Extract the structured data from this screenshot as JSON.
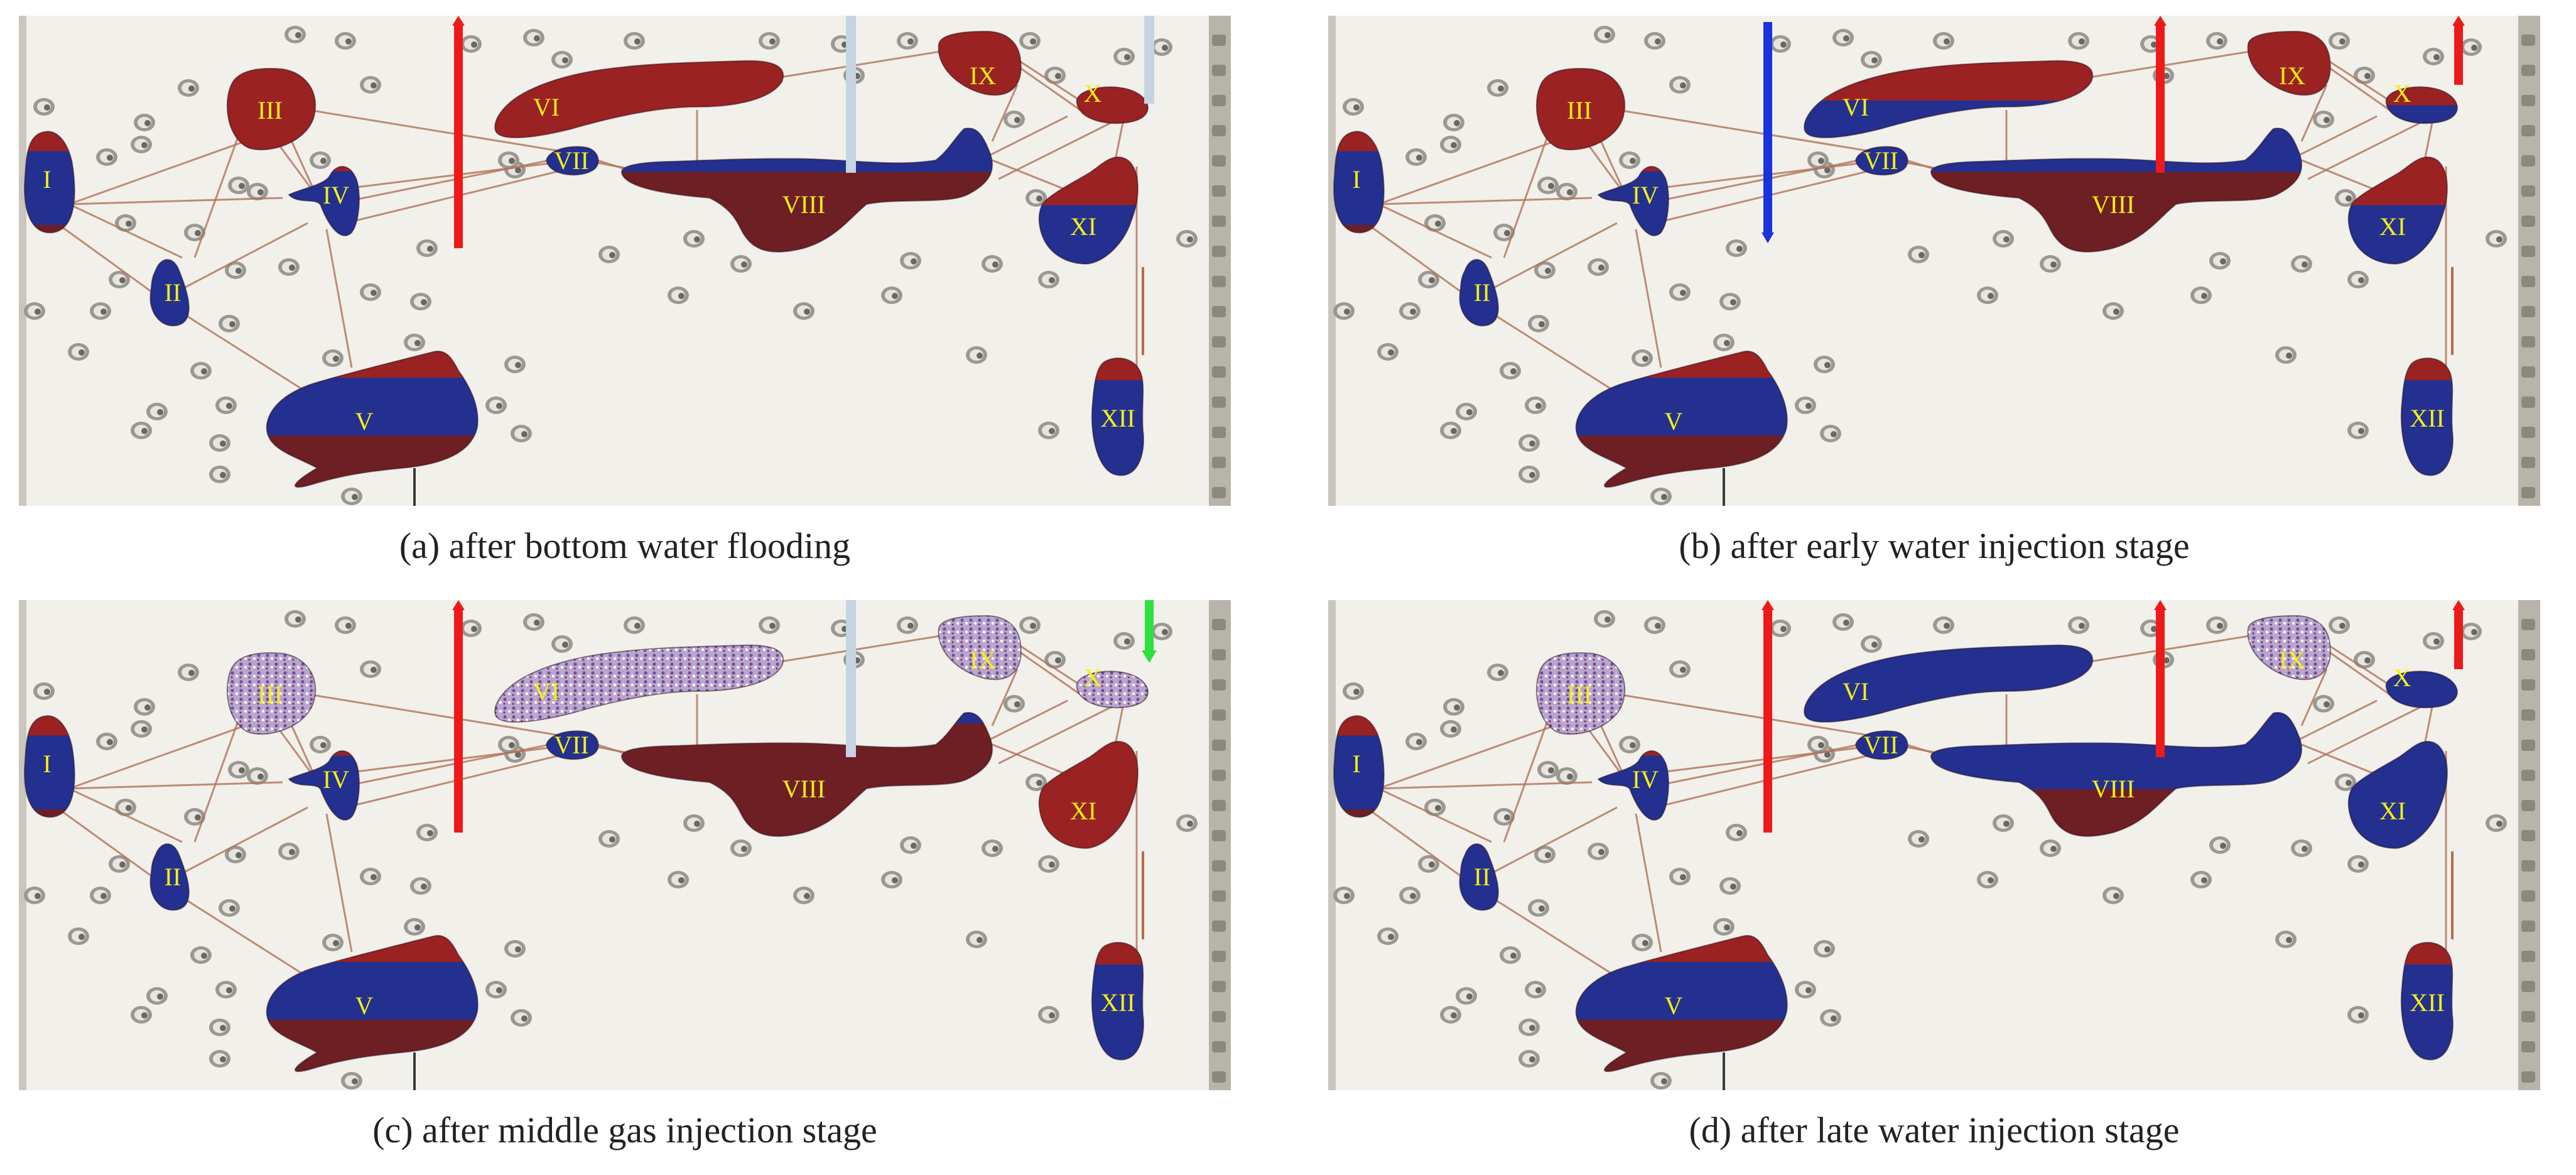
{
  "colors": {
    "oil": "#9b2222",
    "water": "#23308f",
    "gas_foam": "#9a7fb4",
    "background": "#f2f0ea",
    "fracture": "#b0735a",
    "label": "#f5ef16",
    "well_red": "#ee1a1a",
    "well_blue": "#1a33dd",
    "well_grey": "#c6d3e2",
    "well_green": "#2fe03f"
  },
  "icons": {
    "vug": "vug-cavity-shape",
    "fracture": "fracture-line",
    "well": "well-marker",
    "bolt": "bolt-head"
  },
  "vug_labels": [
    "I",
    "II",
    "III",
    "IV",
    "V",
    "VI",
    "VII",
    "VIII",
    "IX",
    "X",
    "XI",
    "XII"
  ],
  "panels": [
    {
      "caption": "(a) after bottom water flooding",
      "wells": [
        "red",
        "grey",
        "grey"
      ],
      "fill": {
        "I": [
          0.2,
          0.7,
          0
        ],
        "II": [
          0,
          1,
          0
        ],
        "III": [
          1,
          0,
          0
        ],
        "IV": [
          0.1,
          0.9,
          0
        ],
        "V": [
          0.2,
          0.4,
          0
        ],
        "VI": [
          1,
          0,
          0
        ],
        "VII": [
          0,
          1,
          0
        ],
        "VIII": [
          0,
          0.35,
          0
        ],
        "IX": [
          1,
          0,
          0
        ],
        "X": [
          1,
          0,
          0
        ],
        "XI": [
          0.45,
          0.55,
          0
        ],
        "XII": [
          0.2,
          0.8,
          0
        ]
      }
    },
    {
      "caption": "(b) after early water injection stage",
      "wells": [
        "blue",
        "red",
        "red"
      ],
      "fill": {
        "I": [
          0.2,
          0.7,
          0
        ],
        "II": [
          0,
          1,
          0
        ],
        "III": [
          1,
          0,
          0
        ],
        "IV": [
          0.1,
          0.9,
          0
        ],
        "V": [
          0.2,
          0.4,
          0
        ],
        "VI": [
          0.5,
          0.5,
          0
        ],
        "VII": [
          0,
          1,
          0
        ],
        "VIII": [
          0,
          0.35,
          0
        ],
        "IX": [
          1,
          0,
          0
        ],
        "X": [
          0.5,
          0.5,
          0
        ],
        "XI": [
          0.45,
          0.55,
          0
        ],
        "XII": [
          0.2,
          0.8,
          0
        ]
      }
    },
    {
      "caption": "(c) after middle gas injection stage",
      "wells": [
        "red",
        "grey",
        "green"
      ],
      "fill": {
        "I": [
          0.2,
          0.7,
          0
        ],
        "II": [
          0,
          1,
          0
        ],
        "III": [
          0,
          0,
          1
        ],
        "IV": [
          0.1,
          0.9,
          0
        ],
        "V": [
          0.2,
          0.4,
          0
        ],
        "VI": [
          0,
          0,
          1
        ],
        "VII": [
          0,
          1,
          0
        ],
        "VIII": [
          0,
          0.1,
          0
        ],
        "IX": [
          0,
          0,
          1
        ],
        "X": [
          0,
          0,
          1
        ],
        "XI": [
          1,
          0,
          0
        ],
        "XII": [
          0.2,
          0.8,
          0
        ]
      }
    },
    {
      "caption": "(d) after late water injection stage",
      "wells": [
        "red",
        "red",
        "red"
      ],
      "fill": {
        "I": [
          0.2,
          0.7,
          0
        ],
        "II": [
          0,
          1,
          0
        ],
        "III": [
          0,
          0,
          1
        ],
        "IV": [
          0.1,
          0.9,
          0
        ],
        "V": [
          0.2,
          0.4,
          0
        ],
        "VI": [
          0,
          1,
          0
        ],
        "VII": [
          0,
          1,
          0
        ],
        "VIII": [
          0,
          0.6,
          0
        ],
        "IX": [
          0,
          0,
          1
        ],
        "X": [
          0,
          1,
          0
        ],
        "XI": [
          0,
          1,
          0
        ],
        "XII": [
          0.2,
          0.8,
          0
        ]
      }
    }
  ]
}
